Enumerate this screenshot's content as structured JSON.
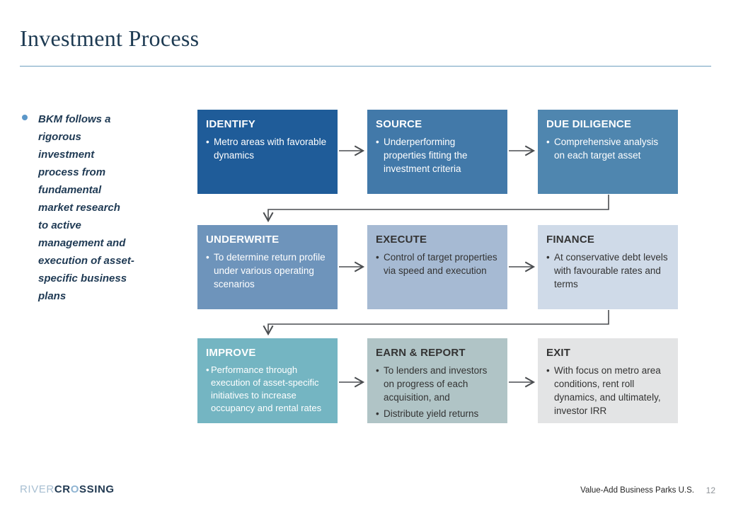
{
  "slide": {
    "title": "Investment Process",
    "intro_bullet": "BKM follows a\nrigorous\ninvestment\nprocess from\nfundamental\nmarket research\nto active\nmanagement and\nexecution of asset-\nspecific business\nplans",
    "footer": {
      "logo_river": "RIVER",
      "logo_cr": "CR",
      "logo_o": "O",
      "logo_ssing": "SSING",
      "doc_title": "Value-Add Business Parks U.S.",
      "page_number": "12"
    },
    "colors": {
      "title_text": "#1d3a52",
      "title_rule": "#6f9fc0",
      "intro_bullet_dot": "#5b97c9",
      "arrow": "#4a4d50",
      "logo_light": "#a8bfd2",
      "logo_dark": "#223a52",
      "logo_o": "#8fb4d2"
    }
  },
  "diagram": {
    "boxes": [
      {
        "title": "IDENTIFY",
        "bullets": [
          "Metro areas with favorable dynamics"
        ],
        "bg": "#1f5c99",
        "text": "#ffffff"
      },
      {
        "title": "SOURCE",
        "bullets": [
          "Underperforming properties fitting the investment criteria"
        ],
        "bg": "#4279a9",
        "text": "#ffffff"
      },
      {
        "title": "DUE DILIGENCE",
        "bullets": [
          "Comprehensive analysis on each target asset"
        ],
        "bg": "#4f86af",
        "text": "#ffffff"
      },
      {
        "title": "UNDERWRITE",
        "bullets": [
          "To determine return profile under various operating scenarios"
        ],
        "bg": "#6e94bb",
        "text": "#ffffff"
      },
      {
        "title": "EXECUTE",
        "bullets": [
          "Control of target properties via speed and execution"
        ],
        "bg": "#a6bad3",
        "text": "#333333"
      },
      {
        "title": "FINANCE",
        "bullets": [
          "At conservative debt levels with favourable rates and terms"
        ],
        "bg": "#cfdae8",
        "text": "#333333"
      },
      {
        "title": "IMPROVE",
        "bullets": [
          "Performance through execution of asset-specific initiatives to increase occupancy and rental rates"
        ],
        "bg": "#74b5c2",
        "text": "#ffffff"
      },
      {
        "title": "EARN & REPORT",
        "bullets": [
          "To lenders and investors on progress of each acquisition, and",
          "Distribute yield returns"
        ],
        "bg": "#b0c4c6",
        "text": "#333333"
      },
      {
        "title": "EXIT",
        "bullets": [
          "With focus on metro area conditions, rent roll dynamics, and ultimately, investor IRR"
        ],
        "bg": "#e3e4e5",
        "text": "#333333"
      }
    ]
  }
}
